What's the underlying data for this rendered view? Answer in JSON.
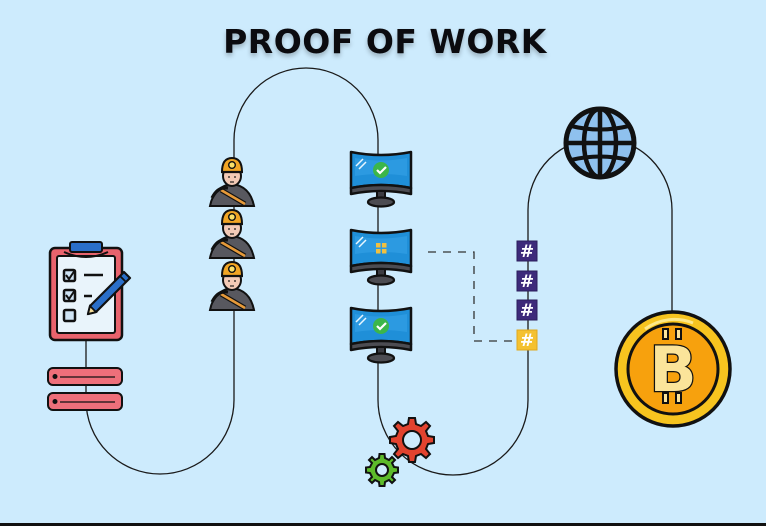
{
  "title": "PROOF OF WORK",
  "colors": {
    "background": "#cdebfd",
    "path_line": "#1a1a1a",
    "clipboard_red": "#e8636d",
    "tx_bar": "#ee6f7a",
    "pencil_blue": "#2a6fc9",
    "miner_helmet": "#f1a524",
    "monitor_screen": "#1f8fd8",
    "check_green": "#3cb64a",
    "hash_purple": "#3d2a7a",
    "hash_gold": "#f4c130",
    "globe_blue": "#8fc1ee",
    "coin_gold": "#f7c41f",
    "coin_orange": "#f7a10d",
    "gear_red": "#e2432f",
    "gear_green": "#5dbb2a"
  },
  "nodes": {
    "clipboard": {
      "label": "transaction-checklist"
    },
    "transactions": [
      {
        "label": "transaction-1"
      },
      {
        "label": "transaction-2"
      }
    ],
    "miners": [
      {
        "label": "miner-1"
      },
      {
        "label": "miner-2"
      },
      {
        "label": "miner-3"
      }
    ],
    "monitors": [
      {
        "label": "monitor-verified-1",
        "screen_icon": "check"
      },
      {
        "label": "monitor-computing",
        "screen_icon": "blocks"
      },
      {
        "label": "monitor-verified-2",
        "screen_icon": "check"
      }
    ],
    "hashes": [
      {
        "glyph": "#",
        "color": "purple"
      },
      {
        "glyph": "#",
        "color": "purple"
      },
      {
        "glyph": "#",
        "color": "purple"
      },
      {
        "glyph": "#",
        "color": "gold"
      }
    ],
    "gears": [
      {
        "color": "red"
      },
      {
        "color": "green"
      }
    ],
    "globe": {
      "label": "network"
    },
    "coin": {
      "label": "bitcoin",
      "glyph": "B"
    }
  }
}
